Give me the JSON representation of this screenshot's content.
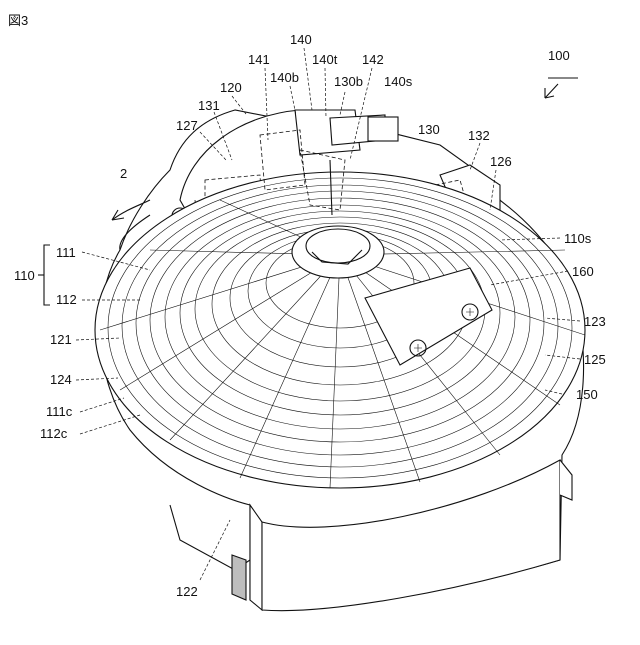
{
  "figure": {
    "title": "図3"
  },
  "labels": {
    "l140": "140",
    "l141": "141",
    "l140t": "140t",
    "l142": "142",
    "l100": "100",
    "l140b": "140b",
    "l130b": "130b",
    "l140s": "140s",
    "l120": "120",
    "l131": "131",
    "l130": "130",
    "l132": "132",
    "l127": "127",
    "l126": "126",
    "l2": "2",
    "l110s": "110s",
    "l111": "111",
    "l110": "110",
    "l112": "112",
    "l160": "160",
    "l123": "123",
    "l121": "121",
    "l125": "125",
    "l124": "124",
    "l111c": "111c",
    "l150": "150",
    "l112c": "112c",
    "l122": "122"
  }
}
